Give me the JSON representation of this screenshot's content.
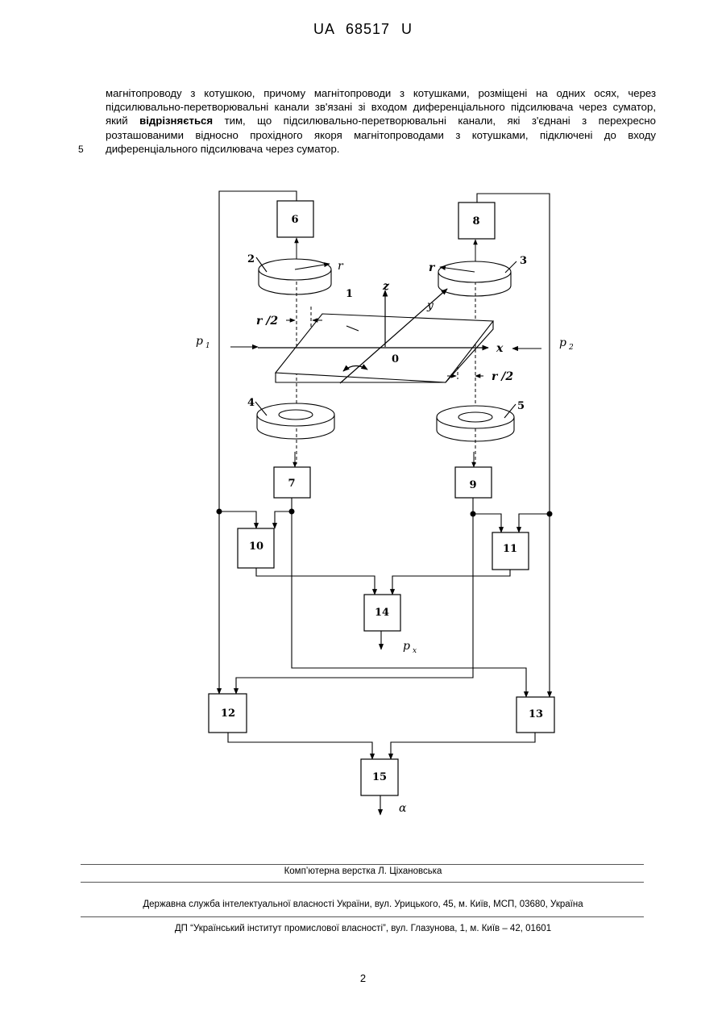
{
  "header": {
    "doc_number": "UA   68517   U"
  },
  "body": {
    "line_number": "5",
    "text_before": "магнітопроводу з котушкою, причому магнітопроводи з котушками, розміщені на одних осях, через підсилювально-перетворювальні канали зв'язані зі входом диференціального підсилювача через суматор, який ",
    "text_bold": "відрізняється",
    "text_after": " тим, що підсилювально-перетворювальні канали, які з'єднані з перехресно розташованими відносно прохідного якоря магнітопроводами з котушками, підключені до входу диференціального підсилювача через суматор."
  },
  "figure": {
    "blocks": {
      "b6": "6",
      "b8": "8",
      "b7": "7",
      "b9": "9",
      "b10": "10",
      "b11": "11",
      "b14": "14",
      "b12": "12",
      "b13": "13",
      "b15": "15"
    },
    "labels": {
      "coil2": "2",
      "coil3": "3",
      "coil4": "4",
      "coil5": "5",
      "armature": "1",
      "r_left": "r",
      "r_right": "r",
      "r_half_left": "r /2",
      "r_half_right": "r /2",
      "p1_main": "p",
      "p1_sub": "1",
      "p2_main": "p",
      "p2_sub": "2",
      "axis_z": "z",
      "axis_y": "y",
      "axis_x": "x",
      "origin": "0",
      "px_main": "p",
      "px_sub": "x",
      "alpha": "α"
    }
  },
  "footer": {
    "layout_credit": "Комп’ютерна верстка Л. Ціхановська",
    "service": "Державна служба інтелектуальної власності України, вул. Урицького, 45, м. Київ, МСП, 03680, Україна",
    "institute": "ДП “Український інститут промислової власності”, вул. Глазунова, 1, м. Київ – 42, 01601",
    "page_number": "2"
  }
}
